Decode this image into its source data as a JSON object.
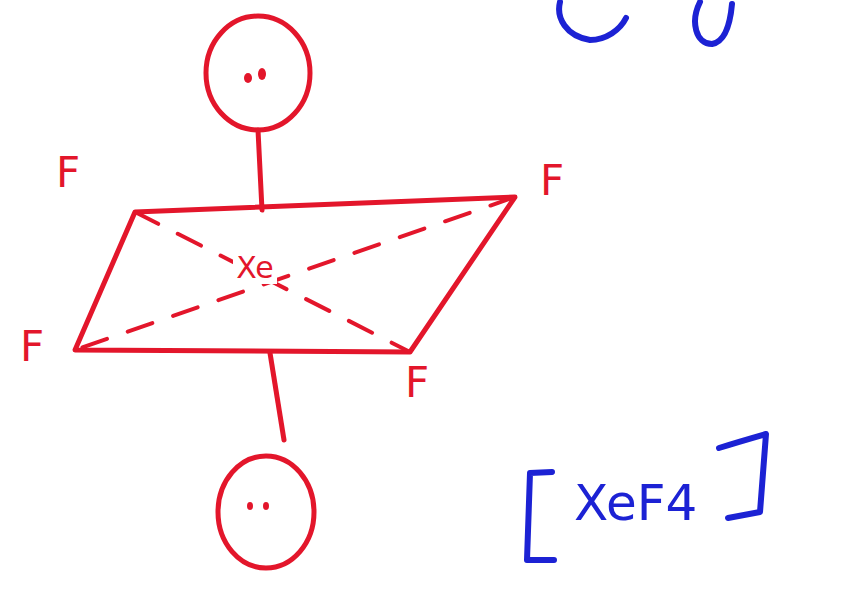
{
  "diagram": {
    "nodes": [
      {
        "text": [
          "Xe"
        ]
      }
    ],
    "labels": [
      "F",
      "F",
      "F",
      "F",
      "XeF4"
    ]
  }
}
